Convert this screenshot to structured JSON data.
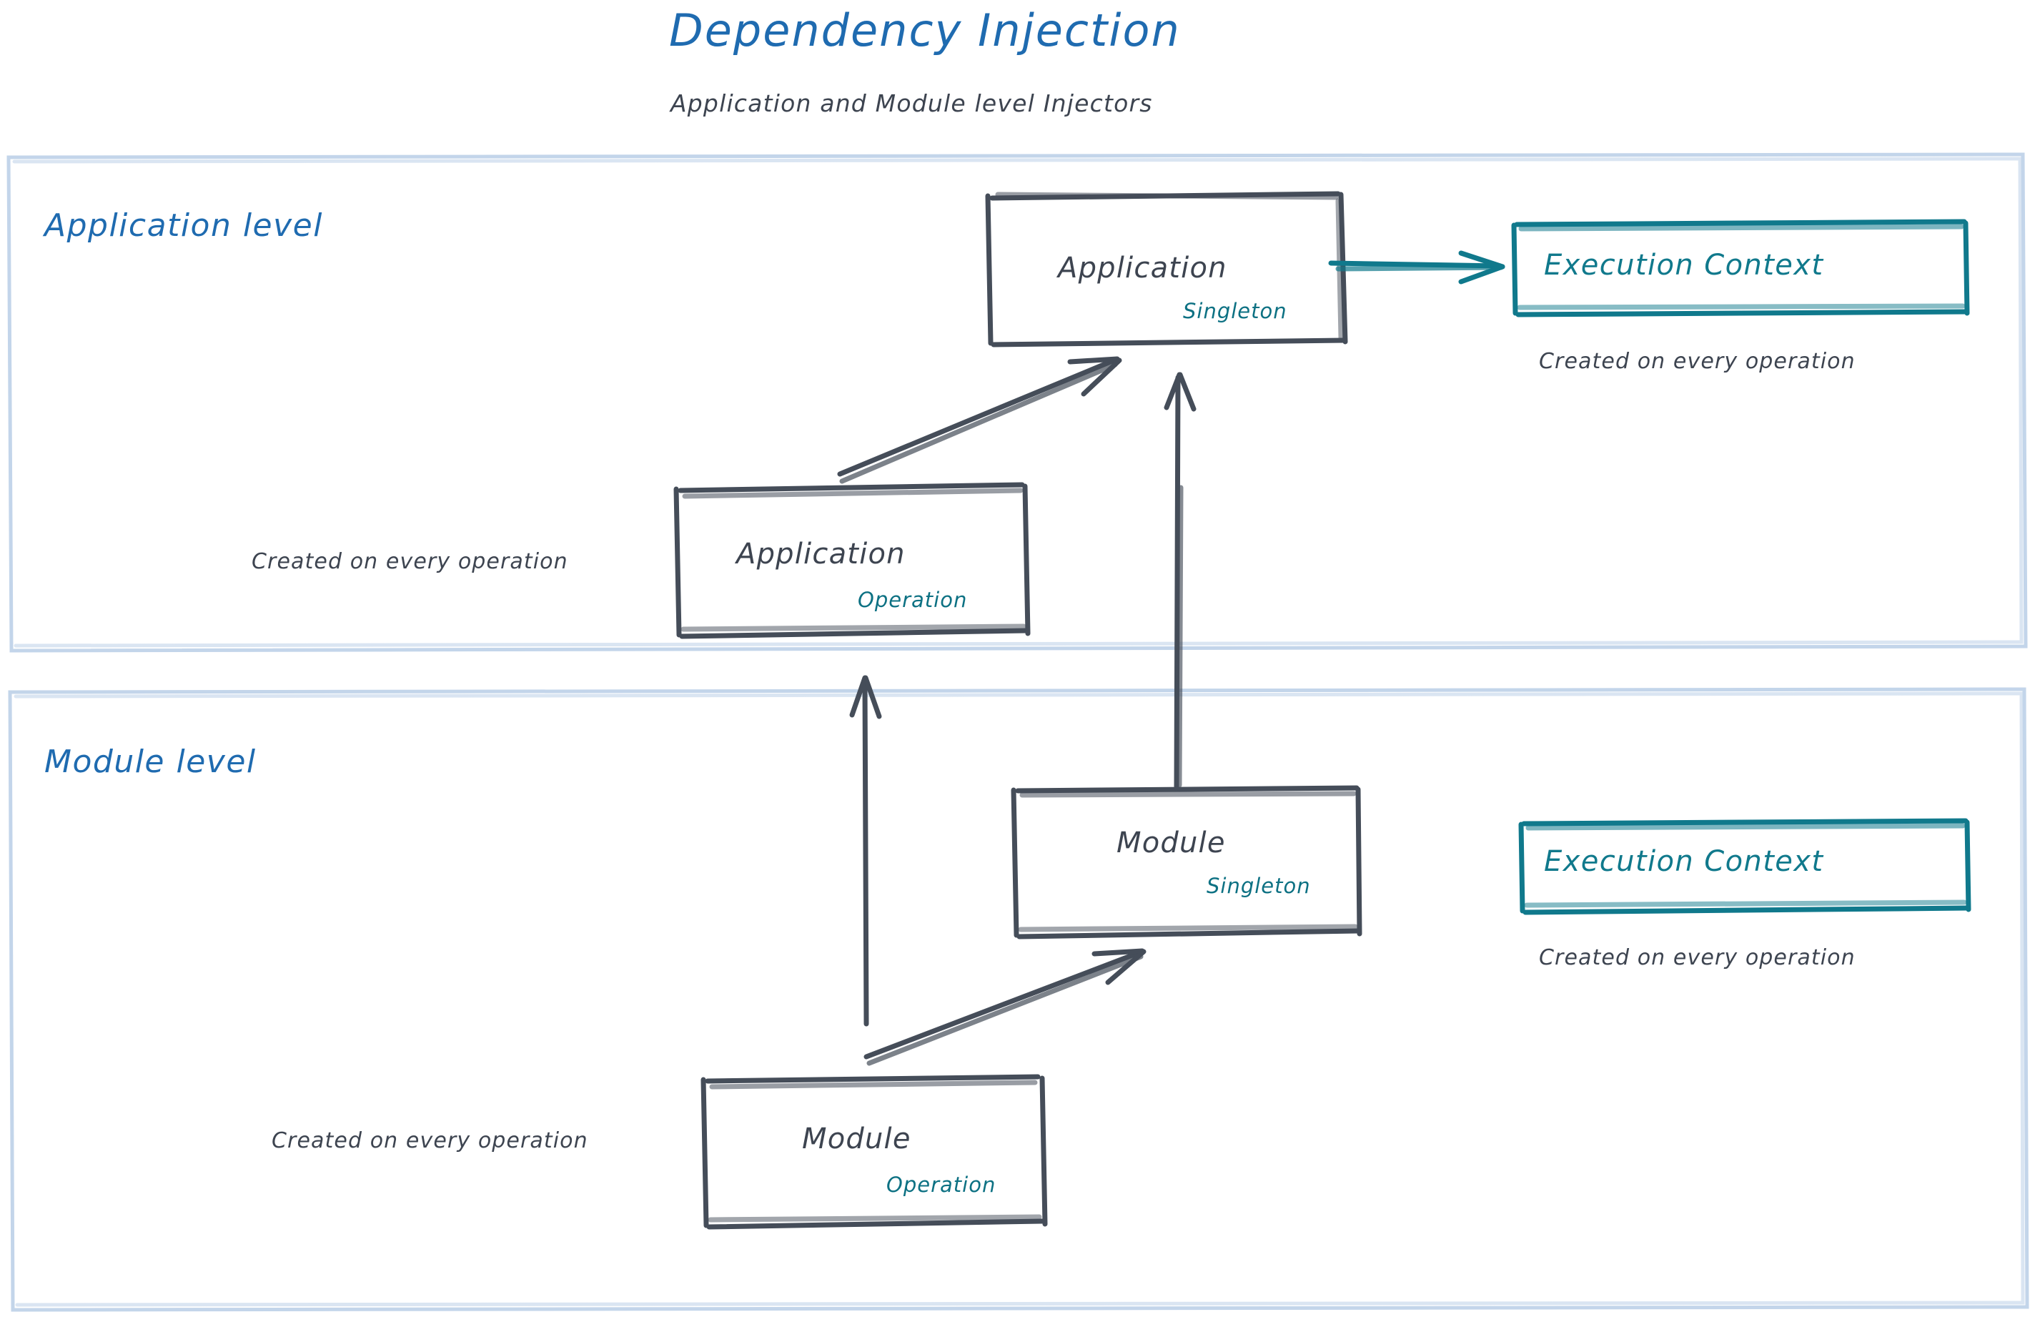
{
  "header": {
    "title": "Dependency Injection",
    "subtitle": "Application and Module level Injectors",
    "title_color": "#1f6bb0",
    "subtitle_color": "#3d4450"
  },
  "palette": {
    "ink": "#454d59",
    "blue": "#1f6bb0",
    "teal": "#10798c",
    "frame": "#c3d5ea",
    "background": "#ffffff"
  },
  "sections": [
    {
      "id": "application-level",
      "label": "Application level",
      "nodes": [
        {
          "id": "application-singleton",
          "title": "Application",
          "scope": "Singleton"
        },
        {
          "id": "application-operation",
          "title": "Application",
          "scope": "Operation",
          "caption": "Created on every operation"
        },
        {
          "id": "execution-context-application",
          "title": "Execution Context",
          "caption": "Created on every operation"
        }
      ]
    },
    {
      "id": "module-level",
      "label": "Module level",
      "nodes": [
        {
          "id": "module-singleton",
          "title": "Module",
          "scope": "Singleton"
        },
        {
          "id": "module-operation",
          "title": "Module",
          "scope": "Operation",
          "caption": "Created on every operation"
        },
        {
          "id": "execution-context-module",
          "title": "Execution Context",
          "caption": "Created on every operation"
        }
      ]
    }
  ],
  "edges": [
    {
      "id": "app-operation-to-app-singleton",
      "from": "application-operation",
      "to": "application-singleton",
      "style": "ink-diagonal"
    },
    {
      "id": "app-singleton-to-execution-context",
      "from": "application-singleton",
      "to": "execution-context-application",
      "style": "teal-horizontal"
    },
    {
      "id": "module-singleton-to-app-singleton",
      "from": "module-singleton",
      "to": "application-singleton",
      "style": "ink-vertical"
    },
    {
      "id": "module-operation-to-app-operation",
      "from": "module-operation",
      "to": "application-operation",
      "style": "ink-vertical"
    },
    {
      "id": "module-operation-to-module-singleton",
      "from": "module-operation",
      "to": "module-singleton",
      "style": "ink-diagonal"
    },
    {
      "id": "module-singleton-to-execution-context",
      "from": "module-singleton",
      "to": "execution-context-module",
      "style": "teal-horizontal"
    }
  ]
}
